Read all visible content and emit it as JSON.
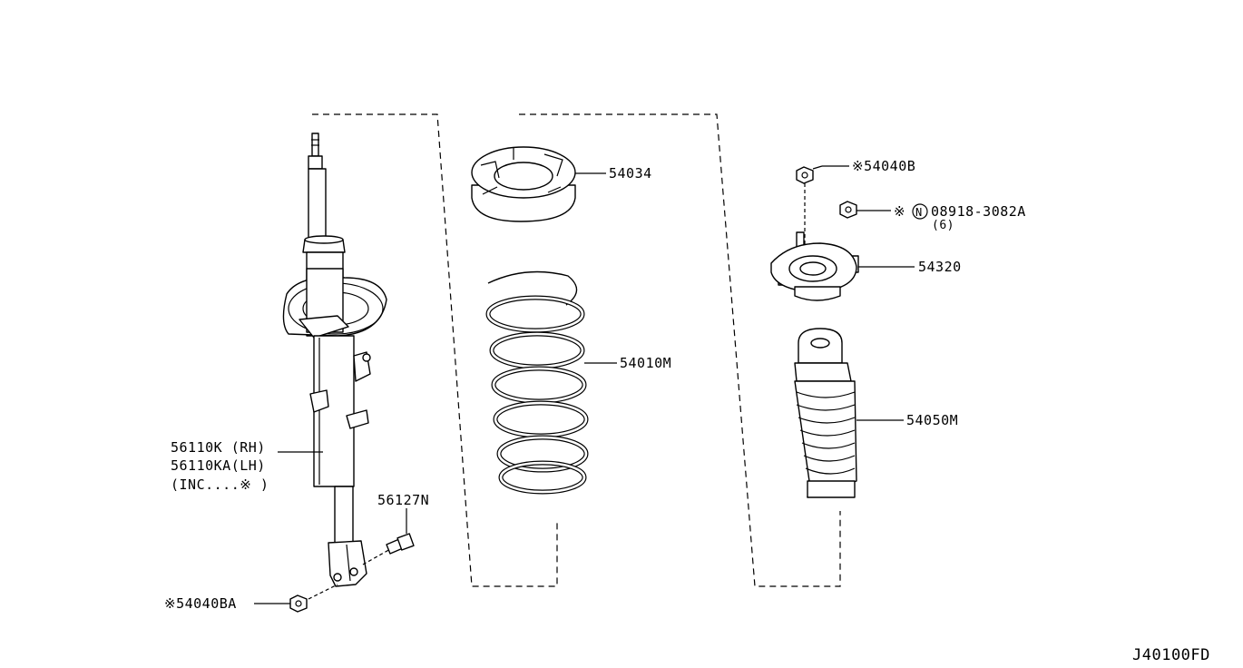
{
  "diagram_code": "J40100FD",
  "callouts": {
    "strut_rh": "56110K (RH)",
    "strut_lh": "56110KA(LH)",
    "strut_inc": "(INC....※ )",
    "bolt": "56127N",
    "lower_nut": "※54040BA",
    "spring_seat": "54034",
    "coil_spring": "54010M",
    "upper_nut": "※54040B",
    "mount_nut_prefix": "※",
    "mount_nut_std_mark": "N",
    "mount_nut_part": "08918-3082A",
    "mount_nut_qty": "(6)",
    "mounting_insulator": "54320",
    "bound_bumper": "54050M"
  }
}
